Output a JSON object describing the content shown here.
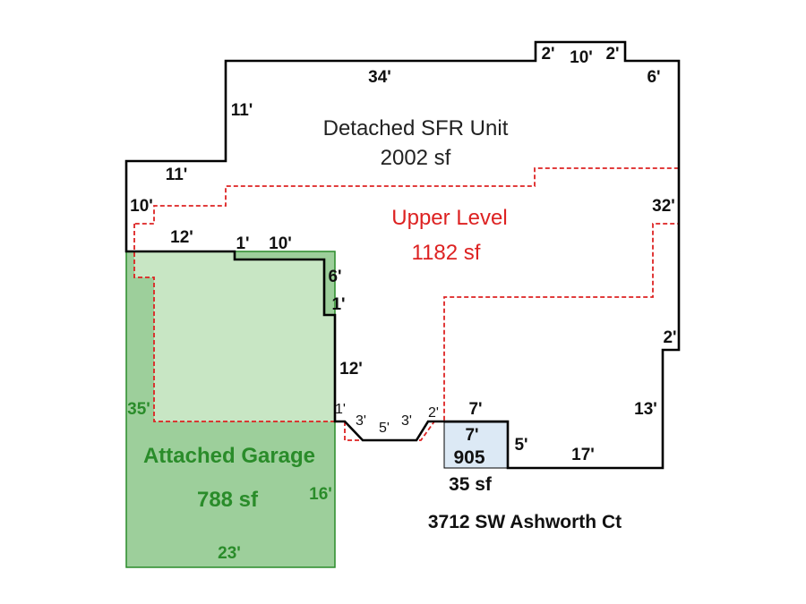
{
  "colors": {
    "outline": "#000000",
    "upper": "#dd2222",
    "garage_fill": "#9dcf9b",
    "garage_overlap": "#c8e6c4",
    "garage_text": "#2a8c2a",
    "small_fill": "#dce9f5"
  },
  "labels": {
    "main_title": "Detached SFR Unit",
    "main_area": "2002 sf",
    "upper_title": "Upper Level",
    "upper_area": "1182 sf",
    "garage_title": "Attached Garage",
    "garage_area": "788 sf",
    "small_area_top": "905",
    "small_area_bottom": "35 sf",
    "address": "3712 SW Ashworth Ct"
  },
  "dimensions": {
    "top_34": "34'",
    "bump_2_left": "2'",
    "bump_10": "10'",
    "bump_2_right": "2'",
    "right_6": "6'",
    "left_11_vertical": "11'",
    "step_11": "11'",
    "left_10": "10'",
    "garage_top_12": "12'",
    "jog_1": "1'",
    "garage_top_10": "10'",
    "wall_6": "6'",
    "wall_1": "1'",
    "wall_12": "12'",
    "notch_1": "1'",
    "notch_3_left": "3'",
    "notch_5": "5'",
    "notch_3_right": "3'",
    "notch_2": "2'",
    "small_7_top": "7'",
    "small_7_inner": "7'",
    "small_5": "5'",
    "bottom_17": "17'",
    "right_32": "32'",
    "right_2": "2'",
    "right_13": "13'",
    "garage_35": "35'",
    "garage_16": "16'",
    "garage_23": "23'"
  }
}
